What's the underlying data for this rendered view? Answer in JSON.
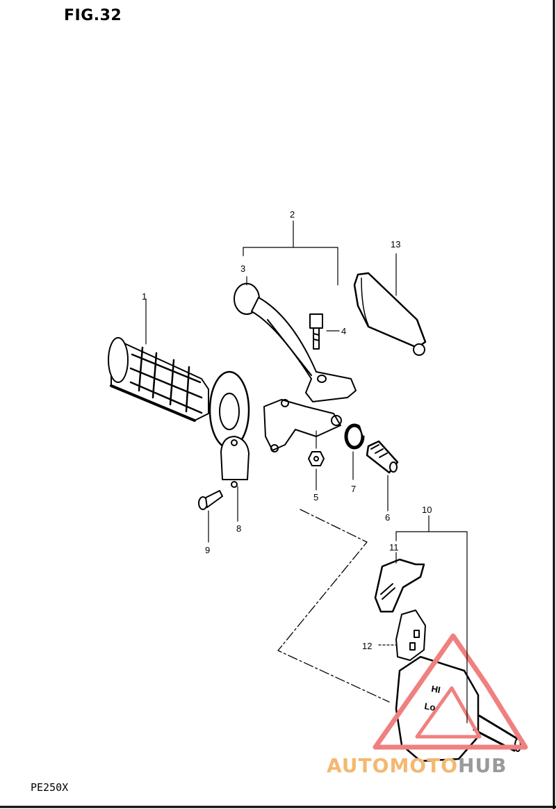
{
  "figure": {
    "title": "FIG.32",
    "model": "PE250X"
  },
  "callouts": [
    {
      "id": "c1",
      "label": "1"
    },
    {
      "id": "c2",
      "label": "2"
    },
    {
      "id": "c3",
      "label": "3"
    },
    {
      "id": "c4",
      "label": "4"
    },
    {
      "id": "c5",
      "label": "5"
    },
    {
      "id": "c6",
      "label": "6"
    },
    {
      "id": "c7",
      "label": "7"
    },
    {
      "id": "c8",
      "label": "8"
    },
    {
      "id": "c9",
      "label": "9"
    },
    {
      "id": "c10",
      "label": "10"
    },
    {
      "id": "c11",
      "label": "11"
    },
    {
      "id": "c12",
      "label": "12"
    },
    {
      "id": "c13",
      "label": "13"
    }
  ],
  "switch_markings": {
    "hi": "HI",
    "lo": "Lo"
  },
  "watermark": {
    "part1": "AUTOMOTO",
    "part2": "HUB",
    "colors": {
      "part1": "#f4b870",
      "part2": "#9a9a9a",
      "triangle": "#f08080"
    }
  }
}
